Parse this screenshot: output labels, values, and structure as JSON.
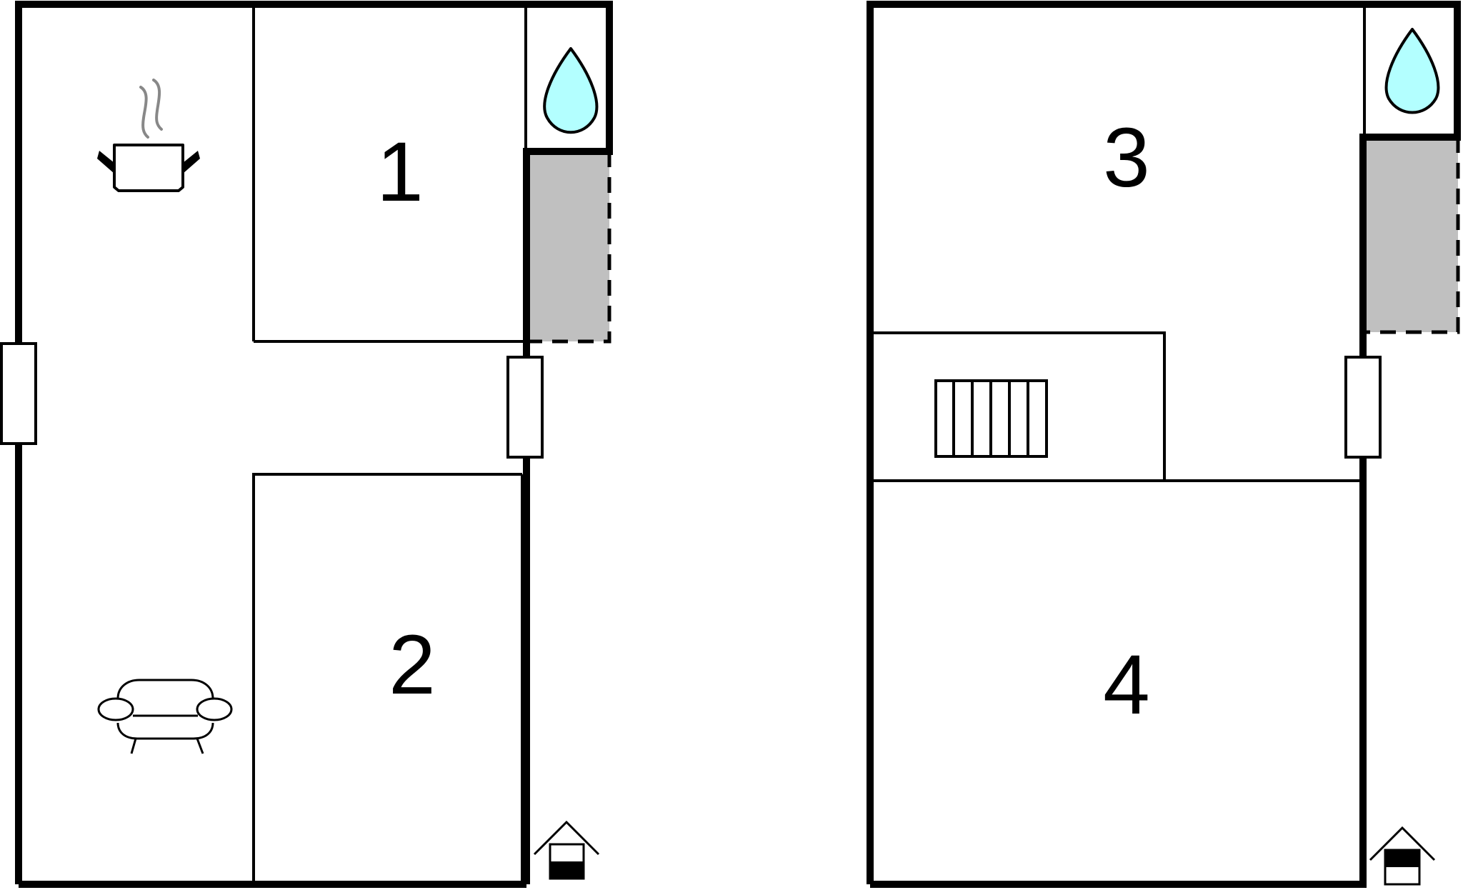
{
  "floors": [
    {
      "name": "ground-floor",
      "rooms": [
        {
          "label": "1"
        },
        {
          "label": "2"
        }
      ],
      "icons": [
        "kitchen-pot-icon",
        "sofa-icon",
        "water-drop-icon",
        "floor-indicator-ground-icon"
      ]
    },
    {
      "name": "upper-floor",
      "rooms": [
        {
          "label": "3"
        },
        {
          "label": "4"
        }
      ],
      "icons": [
        "staircase-icon",
        "water-drop-icon",
        "floor-indicator-upper-icon"
      ]
    }
  ],
  "colors": {
    "wall": "#000000",
    "bathroom_water": "#b3ffff",
    "balcony": "#c0c0c0",
    "steam": "#888888"
  }
}
